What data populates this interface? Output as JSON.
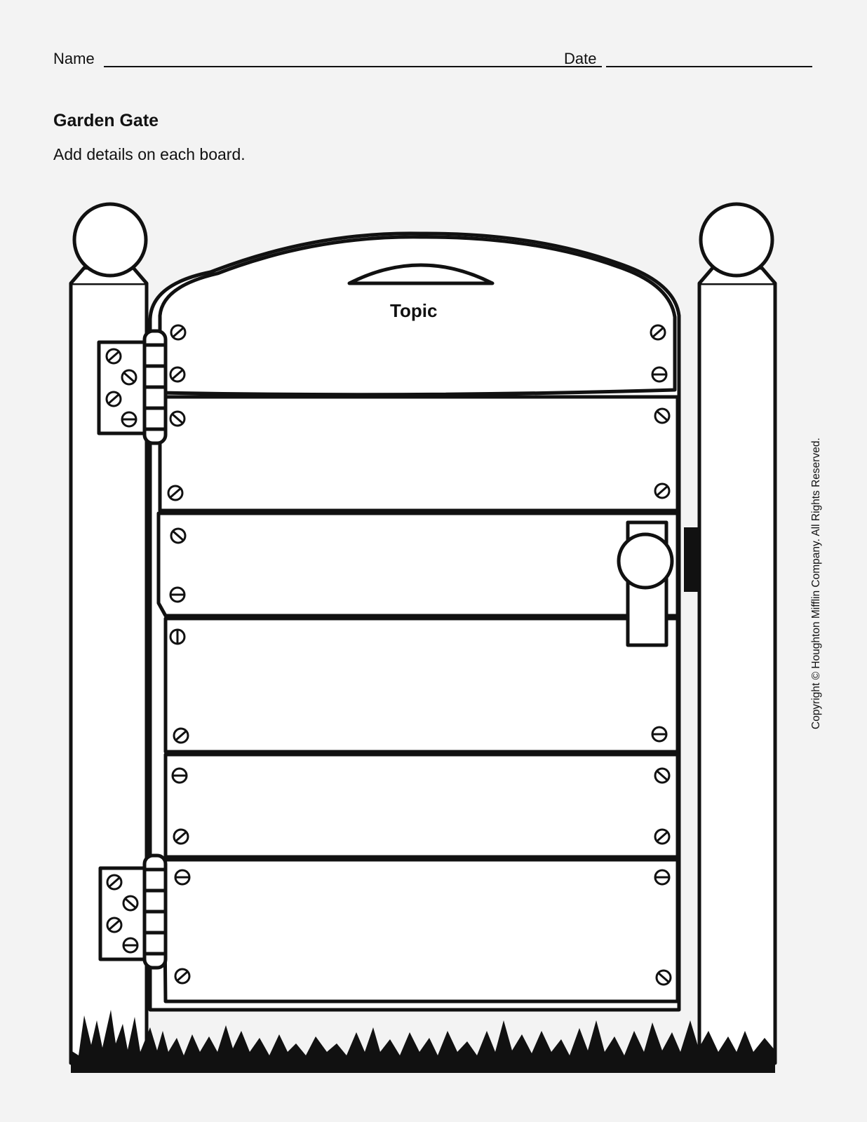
{
  "header": {
    "name_label": "Name",
    "date_label": "Date"
  },
  "worksheet": {
    "title": "Garden Gate",
    "instructions": "Add details on each board.",
    "topic_label": "Topic",
    "copyright": "Copyright © Houghton Mifflin Company. All Rights Reserved."
  }
}
